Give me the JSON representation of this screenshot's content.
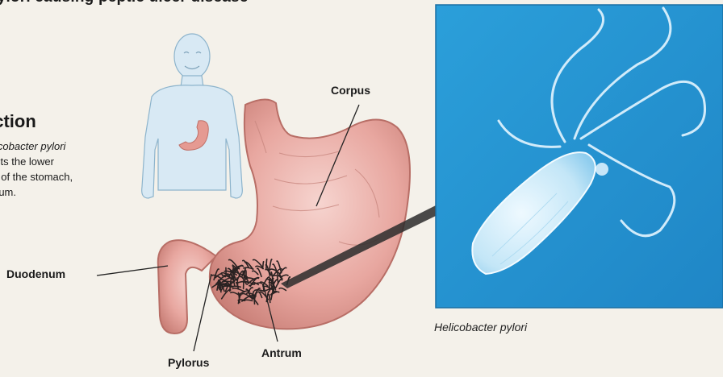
{
  "title": "H. pylori causing peptic ulcer disease",
  "section_heading": "ection",
  "description": {
    "line1": "icobacter pylori",
    "line2": "cts the lower",
    "line3": "t of the stomach,",
    "line4": "rum."
  },
  "labels": {
    "corpus": "Corpus",
    "duodenum": "Duodenum",
    "pylorus": "Pylorus",
    "antrum": "Antrum"
  },
  "photo_caption": "Helicobacter pylori",
  "colors": {
    "background": "#f4f1ea",
    "photo_background": "#2a9dd8",
    "stomach_fill": "#e7a7a1",
    "stomach_outline": "#b86e66",
    "body_figure": "#d9eaf4",
    "bacterium": "#d8f0fb"
  }
}
